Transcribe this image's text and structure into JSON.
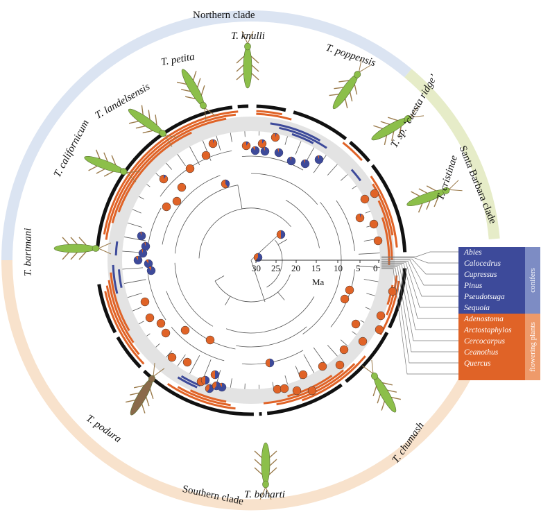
{
  "clades": [
    {
      "name": "Northern clade",
      "color": "#dbe4f2"
    },
    {
      "name": "Santa Barbara clade",
      "color": "#e6ecc8"
    },
    {
      "name": "Southern clade",
      "color": "#f8e2cc"
    }
  ],
  "species": [
    "T. knulli",
    "T. poppensis",
    "T. sp. ‘cuesta ridge’",
    "T. cristinae",
    "T. chumash",
    "T. boharti",
    "T. podura",
    "T. bartmani",
    "T. californicum",
    "T. landelsensis",
    "T. petita"
  ],
  "time_axis": {
    "label": "Ma",
    "ticks": [
      "30",
      "25",
      "20",
      "15",
      "10",
      "5",
      "0"
    ]
  },
  "legend": {
    "conifers": {
      "label": "conifers",
      "color": "#3d4a9a",
      "items": [
        "Abies",
        "Calocedrus",
        "Cupressus",
        "Pinus",
        "Pseudotsuga",
        "Sequoia"
      ]
    },
    "flowering": {
      "label": "flowering plants",
      "color": "#e06327",
      "items": [
        "Adenostoma",
        "Arctostaphylos",
        "Cercocarpus",
        "Ceanothus",
        "Quercus"
      ]
    }
  },
  "colors": {
    "conifer": "#3d4a9a",
    "flowering": "#e06327",
    "tree_bg": "#e3e3e3",
    "species_bar": "#111111",
    "insect_green": "#8cbf4a",
    "insect_brown": "#8a6a4a"
  }
}
